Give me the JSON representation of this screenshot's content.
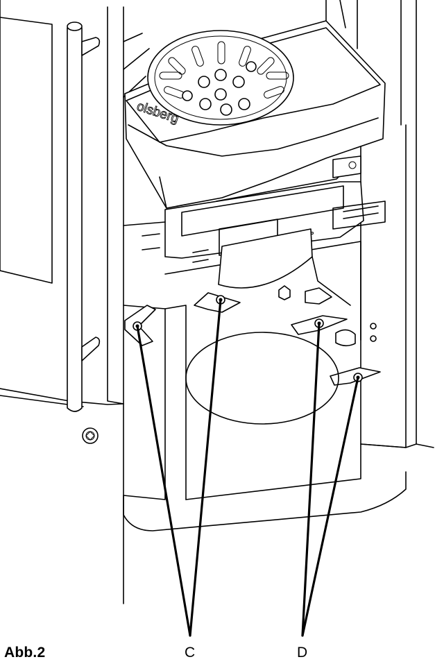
{
  "figure": {
    "title": "Abb.2",
    "callouts": [
      {
        "id": "c",
        "label": "C"
      },
      {
        "id": "d",
        "label": "D"
      }
    ],
    "brand_text": "olsberg"
  }
}
